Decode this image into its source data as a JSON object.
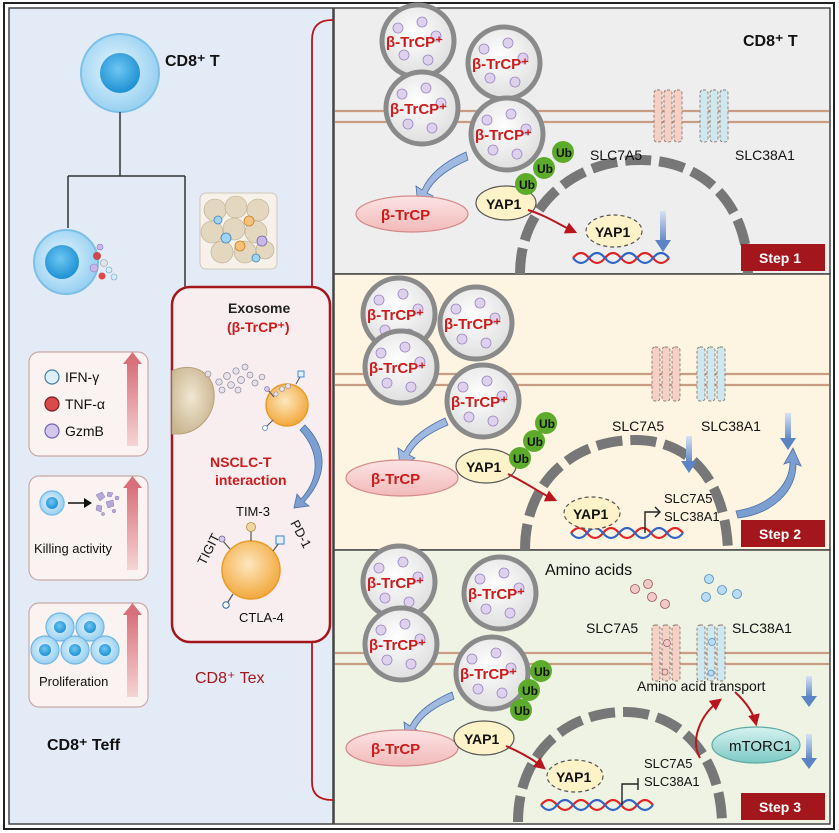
{
  "colors": {
    "left_panel": "#e3ecf6",
    "step1_panel": "#eeeeee",
    "step2_panel": "#fdf5e1",
    "step3_panel": "#eef3e4",
    "accent_red": "#cc1b1b",
    "dark_red": "#a3161c",
    "ub_green": "#5cab2a",
    "arrow_blue": "#5a84c3"
  },
  "left": {
    "cd8t_label": "CD8⁺ T",
    "cytokines": [
      "IFN-γ",
      "TNF-α",
      "GzmB"
    ],
    "killing_label": "Killing activity",
    "proliferation_label": "Proliferation",
    "teff_label": "CD8⁺ Teff"
  },
  "center": {
    "exosome_label": "Exosome",
    "exosome_sub": "(β-TrCP⁺)",
    "interaction_line1": "NSCLC-T",
    "interaction_line2": "interaction",
    "receptors": [
      "TIGIT",
      "TIM-3",
      "PD-1",
      "CTLA-4"
    ],
    "tex_label": "CD8⁺ Tex"
  },
  "steps": {
    "exosome_vesicle_label": "β-TrCP⁺",
    "btrcp_label": "β-TrCP",
    "yap_label": "YAP1",
    "ub_label": "Ub",
    "slc7a5": "SLC7A5",
    "slc38a1": "SLC38A1",
    "step1": {
      "header": "CD8⁺ T",
      "badge": "Step 1"
    },
    "step2": {
      "badge": "Step 2"
    },
    "step3": {
      "badge": "Step 3",
      "amino_acids": "Amino acids",
      "transport": "Amino acid transport",
      "mtorc1": "mTORC1"
    }
  }
}
